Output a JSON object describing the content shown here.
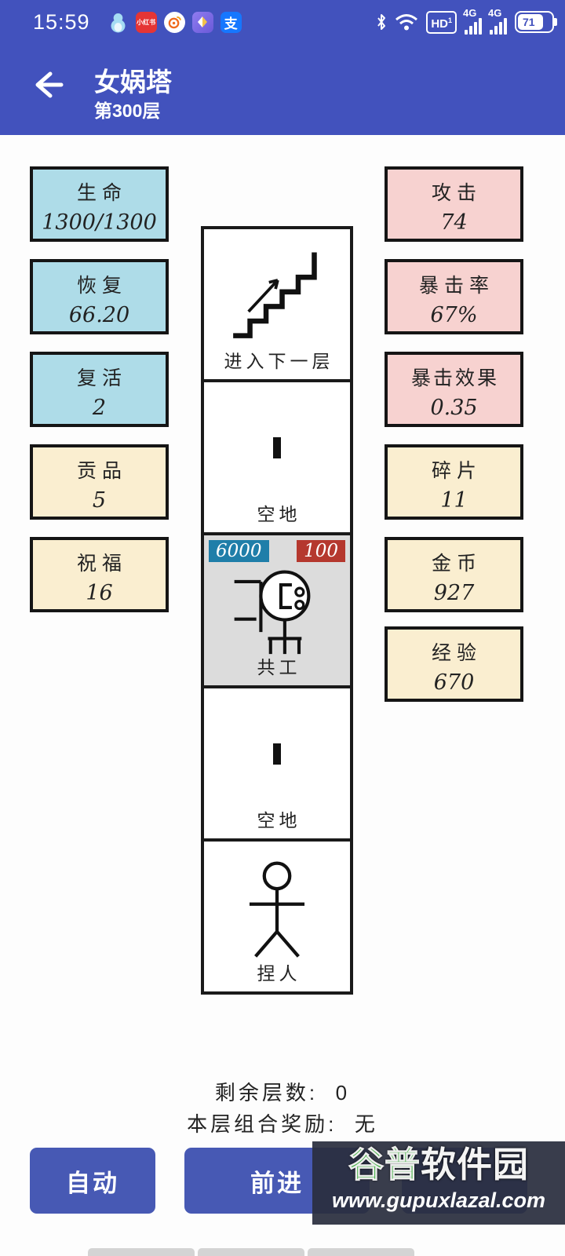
{
  "status_bar": {
    "time": "15:59",
    "battery_percent": "71",
    "network_label_1": "4G",
    "network_label_2": "4G",
    "hd_label": "HD",
    "hd_superscript": "1",
    "app_icon_xiaohongshu_text": "小红书",
    "app_icon_alipay_text": "支"
  },
  "header": {
    "title": "女娲塔",
    "subtitle": "第300层"
  },
  "stats_left": [
    {
      "label": "生命",
      "value": "1300/1300",
      "style": "blue"
    },
    {
      "label": "恢复",
      "value": "66.20",
      "style": "blue"
    },
    {
      "label": "复活",
      "value": "2",
      "style": "blue"
    },
    {
      "label": "贡品",
      "value": "5",
      "style": "yellow"
    },
    {
      "label": "祝福",
      "value": "16",
      "style": "yellow"
    }
  ],
  "stats_right": [
    {
      "label": "攻击",
      "value": "74",
      "style": "pink"
    },
    {
      "label": "暴击率",
      "value": "67%",
      "style": "pink"
    },
    {
      "label": "暴击效果",
      "value": "0.35",
      "style": "pink"
    },
    {
      "label": "碎片",
      "value": "11",
      "style": "yellow"
    },
    {
      "label": "金币",
      "value": "927",
      "style": "yellow"
    },
    {
      "label": "经验",
      "value": "670",
      "style": "yellow"
    }
  ],
  "tiles": [
    {
      "label": "进入下一层",
      "type": "stairs"
    },
    {
      "label": "空地",
      "type": "empty"
    },
    {
      "label": "共工",
      "type": "monster",
      "hp": "6000",
      "attack": "100"
    },
    {
      "label": "空地",
      "type": "empty"
    },
    {
      "label": "捏人",
      "type": "player"
    }
  ],
  "footer": {
    "remaining_label": "剩余层数:",
    "remaining_value": "0",
    "combo_label": "本层组合奖励:",
    "combo_value": "无",
    "buttons": [
      {
        "label": "自动"
      },
      {
        "label": "前进"
      },
      {
        "label": ""
      }
    ]
  },
  "watermark": {
    "brand_green": "谷普",
    "brand_white": "软件园",
    "url": "www.gupuxlazal.com"
  },
  "colors": {
    "header_blue": "#4252bd",
    "button_blue": "#4759b4",
    "stat_blue": "#aedce8",
    "stat_pink": "#f7d2d0",
    "stat_yellow": "#faeed0",
    "hp_badge_blue": "#1f7ea9",
    "attack_badge_red": "#b5382e",
    "monster_tile_gray": "#dcdcdc"
  }
}
